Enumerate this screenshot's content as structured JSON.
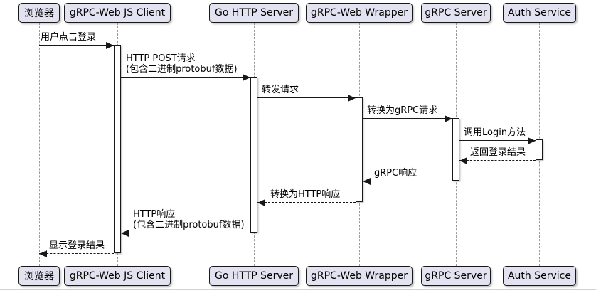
{
  "diagram": {
    "kind": "sequence-diagram",
    "topic": "gRPC-Web login request flow",
    "colors": {
      "participant_fill": "#E2E2F0",
      "participant_border": "#181818",
      "lifeline": "#999999",
      "message_line": "#181818",
      "text": "#000000",
      "bottom_rule": "#C7D3E0"
    },
    "participants": [
      {
        "id": "browser",
        "label": "浏览器"
      },
      {
        "id": "grpc-web-js-client",
        "label": "gRPC-Web JS Client"
      },
      {
        "id": "go-http-server",
        "label": "Go HTTP Server"
      },
      {
        "id": "grpc-web-wrapper",
        "label": "gRPC-Web Wrapper"
      },
      {
        "id": "grpc-server",
        "label": "gRPC Server"
      },
      {
        "id": "auth-service",
        "label": "Auth Service"
      }
    ],
    "messages": [
      {
        "from": "浏览器",
        "to": "gRPC-Web JS Client",
        "style": "solid",
        "label": "用户点击登录"
      },
      {
        "from": "gRPC-Web JS Client",
        "to": "Go HTTP Server",
        "style": "solid",
        "label": "HTTP POST请求\n(包含二进制protobuf数据)"
      },
      {
        "from": "Go HTTP Server",
        "to": "gRPC-Web Wrapper",
        "style": "solid",
        "label": "转发请求"
      },
      {
        "from": "gRPC-Web Wrapper",
        "to": "gRPC Server",
        "style": "solid",
        "label": "转换为gRPC请求"
      },
      {
        "from": "gRPC Server",
        "to": "Auth Service",
        "style": "solid",
        "label": "调用Login方法"
      },
      {
        "from": "Auth Service",
        "to": "gRPC Server",
        "style": "dashed",
        "label": "返回登录结果"
      },
      {
        "from": "gRPC Server",
        "to": "gRPC-Web Wrapper",
        "style": "dashed",
        "label": "gRPC响应"
      },
      {
        "from": "gRPC-Web Wrapper",
        "to": "Go HTTP Server",
        "style": "dashed",
        "label": "转换为HTTP响应"
      },
      {
        "from": "Go HTTP Server",
        "to": "gRPC-Web JS Client",
        "style": "dashed",
        "label": "HTTP响应\n(包含二进制protobuf数据)"
      },
      {
        "from": "gRPC-Web JS Client",
        "to": "浏览器",
        "style": "dashed",
        "label": "显示登录结果"
      }
    ]
  }
}
